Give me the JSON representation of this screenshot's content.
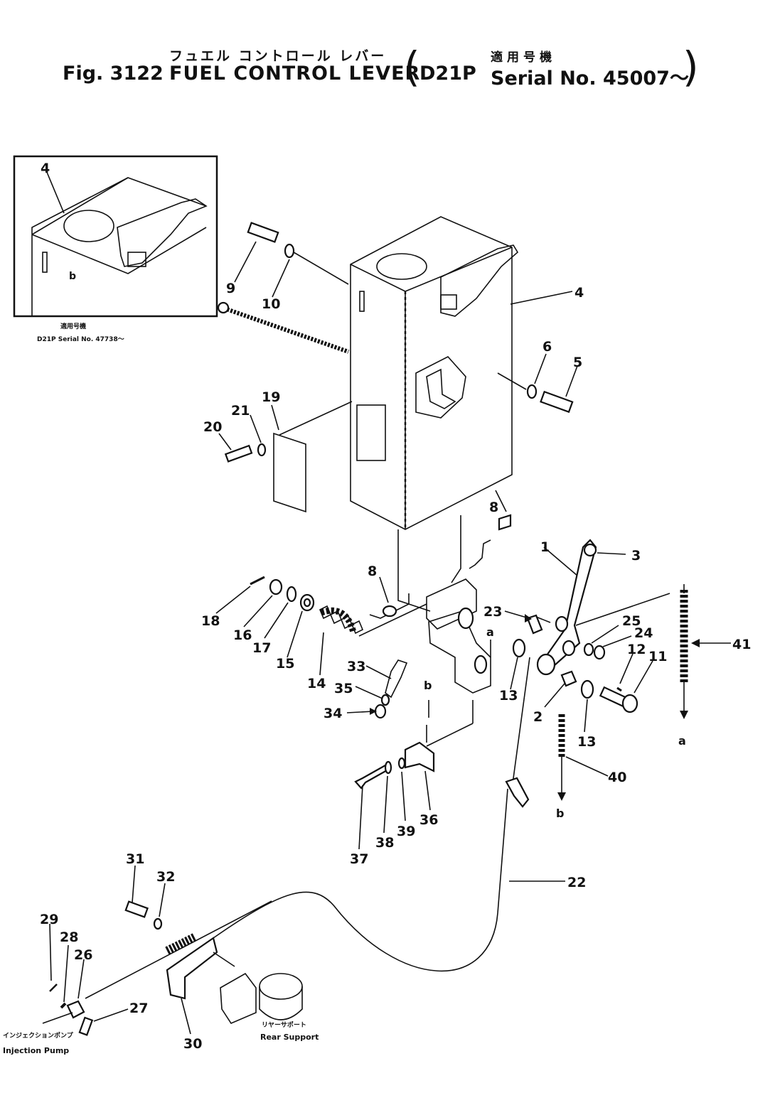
{
  "title": {
    "jp_line": "フュエル コントロール レバー",
    "jp_serial": "適用号機",
    "prefix": "Fig. 3122",
    "name": "FUEL CONTROL LEVER",
    "model": "D21P",
    "serial": "Serial No. 45007～"
  },
  "inset": {
    "jp_serial": "適用号機",
    "serial": "D21P Serial No. 47738～",
    "callout": "4",
    "letter": "b"
  },
  "bottom_labels": {
    "pump_jp": "インジェクションポンプ",
    "pump_en": "Injection Pump",
    "support_jp": "リヤーサポート",
    "support_en": "Rear Support"
  },
  "callouts": {
    "c1": "1",
    "c2": "2",
    "c3": "3",
    "c4": "4",
    "c5": "5",
    "c6": "6",
    "c8a": "8",
    "c8b": "8",
    "c9": "9",
    "c10": "10",
    "c11": "11",
    "c12": "12",
    "c13a": "13",
    "c13b": "13",
    "c14": "14",
    "c15": "15",
    "c16": "16",
    "c17": "17",
    "c18": "18",
    "c19": "19",
    "c20": "20",
    "c21": "21",
    "c22": "22",
    "c23": "23",
    "c24": "24",
    "c25": "25",
    "c26": "26",
    "c27": "27",
    "c28": "28",
    "c29": "29",
    "c30": "30",
    "c31": "31",
    "c32": "32",
    "c33": "33",
    "c34": "34",
    "c35": "35",
    "c36": "36",
    "c37": "37",
    "c38": "38",
    "c39": "39",
    "c40": "40",
    "c41": "41",
    "la1": "a",
    "la2": "a",
    "lb1": "b",
    "lb2": "b"
  }
}
